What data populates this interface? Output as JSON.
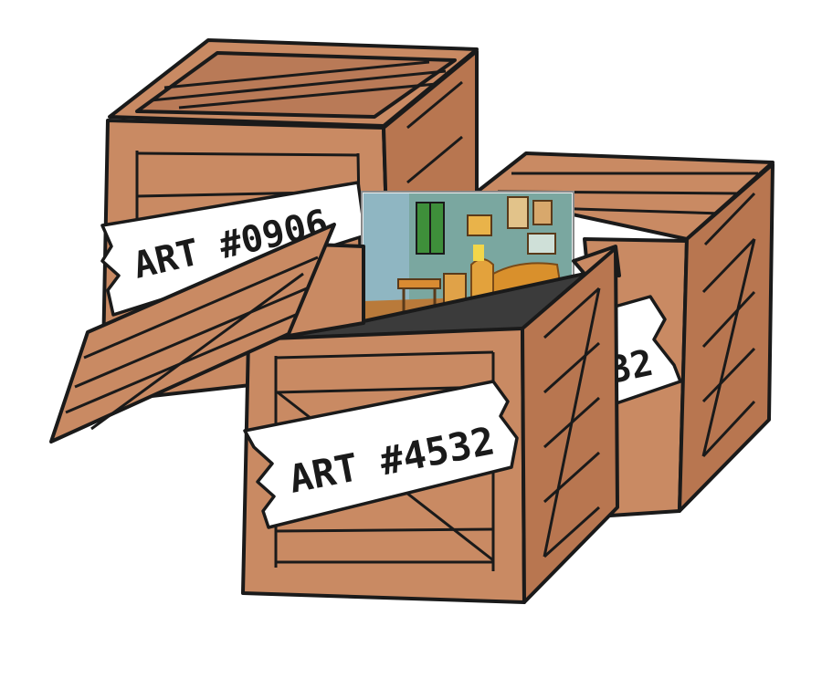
{
  "labels": {
    "back_left": "ART #0906",
    "back_right": "32",
    "front": "ART #4532"
  },
  "colors": {
    "wood": "#c98a63",
    "wood_dark": "#a8674a",
    "wood_light": "#d79c76",
    "outline": "#1a1a1a",
    "tape": "#ffffff",
    "inside": "#3b3b3b",
    "painting_wall": "#7aa7a0",
    "painting_floor": "#b97a3a",
    "painting_bed": "#d9902c"
  }
}
